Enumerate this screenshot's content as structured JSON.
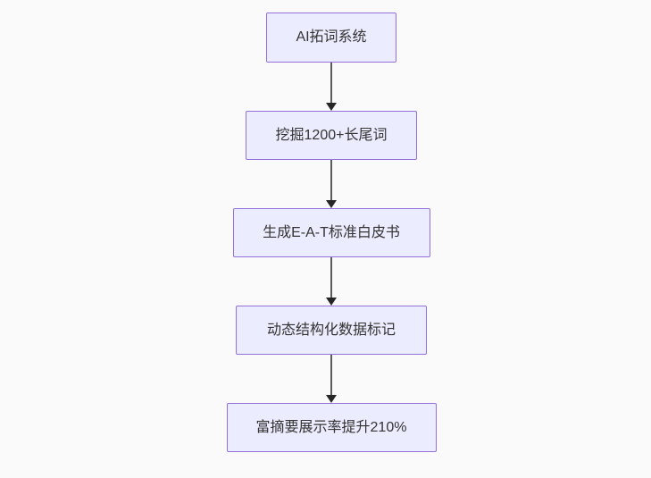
{
  "diagram": {
    "type": "flowchart",
    "direction": "top-down",
    "background_color": "#fafafa",
    "node_fill_color": "#ececff",
    "node_border_color": "#9370db",
    "node_text_color": "#333333",
    "arrow_color": "#5c5c5c",
    "arrowhead_color": "#262626",
    "nodes": [
      {
        "id": "n1",
        "label": "AI拓词系统"
      },
      {
        "id": "n2",
        "label": "挖掘1200+长尾词"
      },
      {
        "id": "n3",
        "label": "生成E-A-T标准白皮书"
      },
      {
        "id": "n4",
        "label": "动态结构化数据标记"
      },
      {
        "id": "n5",
        "label": "富摘要展示率提升210%"
      }
    ],
    "edges": [
      {
        "from": "AI拓词系统",
        "to": "挖掘1200+长尾词",
        "label": ""
      },
      {
        "from": "挖掘1200+长尾词",
        "to": "生成E-A-T标准白皮书",
        "label": ""
      },
      {
        "from": "生成E-A-T标准白皮书",
        "to": "动态结构化数据标记",
        "label": ""
      },
      {
        "from": "动态结构化数据标记",
        "to": "富摘要展示率提升210%",
        "label": ""
      }
    ]
  }
}
